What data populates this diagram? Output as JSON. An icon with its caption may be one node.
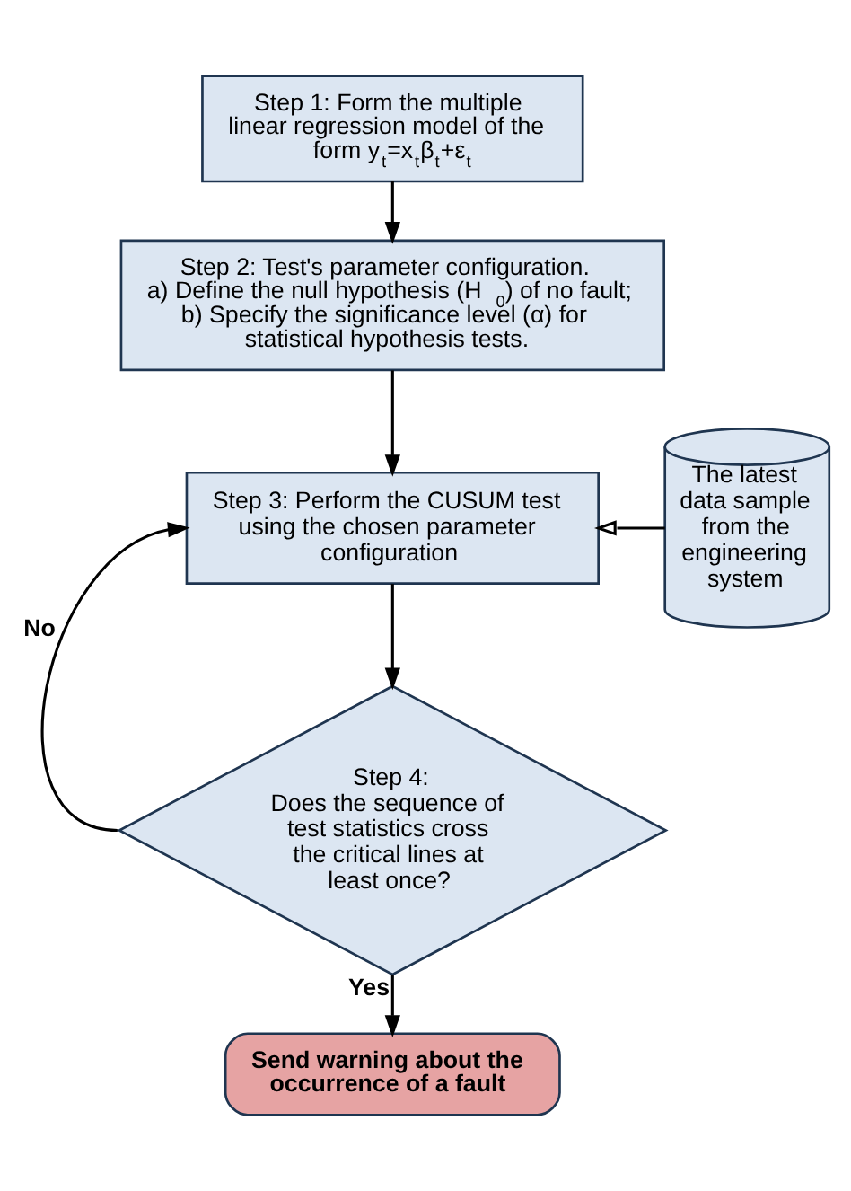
{
  "diagram": {
    "nodes": [
      {
        "text": [
          "Step 1: Form the multiple linear regression model of the form y$_{t}$=x$_{t}$β$_{t}$+ε$_{t}$"
        ]
      },
      {
        "text": [
          "Step 2: Test's parameter configuration.",
          "a) Define the null hypothesis (H$_{0}$) of no fault;",
          "b) Specify the significance level (α) for statistical hypothesis tests."
        ]
      },
      {
        "text": [
          "Step 3: Perform the CUSUM test using the chosen parameter configuration"
        ]
      },
      {
        "text": [
          "The latest data sample from the engineering system"
        ]
      },
      {
        "text": [
          "Step 4:",
          "Does the sequence of test statistics cross the critical lines at least once?"
        ]
      },
      {
        "text": [
          "Send warning about the occurrence of a fault"
        ]
      }
    ],
    "edges": [
      {
        "from": 0,
        "to": 1,
        "arrow": "to"
      },
      {
        "from": 1,
        "to": 2,
        "arrow": "to"
      },
      {
        "from": 3,
        "to": 2,
        "arrow": "to"
      },
      {
        "from": 2,
        "to": 4,
        "arrow": "to"
      },
      {
        "from": 4,
        "to": 2,
        "arrow": "to",
        "label": "No"
      },
      {
        "from": 4,
        "to": 5,
        "arrow": "to",
        "label": "Yes"
      }
    ]
  }
}
